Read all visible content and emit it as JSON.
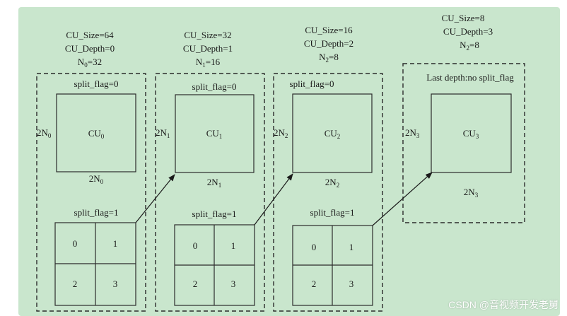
{
  "colors": {
    "panel_bg": "#c9e6cd",
    "stroke": "#2b2b2b"
  },
  "levels": [
    {
      "size": "CU_Size=64",
      "depth": "CU_Depth=0",
      "n_main": "N",
      "n_sub": "0",
      "n_val": "=32",
      "top_flag": "split_flag=0",
      "cu_main": "CU",
      "cu_sub": "0",
      "side_main": "2N",
      "side_sub": "0",
      "bottom_main": "2N",
      "bottom_sub": "0",
      "split_flag": "split_flag=1",
      "quads": [
        "0",
        "1",
        "2",
        "3"
      ]
    },
    {
      "size": "CU_Size=32",
      "depth": "CU_Depth=1",
      "n_main": "N",
      "n_sub": "1",
      "n_val": "=16",
      "top_flag": "split_flag=0",
      "cu_main": "CU",
      "cu_sub": "1",
      "side_main": "2N",
      "side_sub": "1",
      "bottom_main": "2N",
      "bottom_sub": "1",
      "split_flag": "split_flag=1",
      "quads": [
        "0",
        "1",
        "2",
        "3"
      ]
    },
    {
      "size": "CU_Size=16",
      "depth": "CU_Depth=2",
      "n_main": "N",
      "n_sub": "2",
      "n_val": "=8",
      "top_flag": "split_flag=0",
      "cu_main": "CU",
      "cu_sub": "2",
      "side_main": "2N",
      "side_sub": "2",
      "bottom_main": "2N",
      "bottom_sub": "2",
      "split_flag": "split_flag=1",
      "quads": [
        "0",
        "1",
        "2",
        "3"
      ]
    },
    {
      "size": "CU_Size=8",
      "depth": "CU_Depth=3",
      "n_main": "N",
      "n_sub": "2",
      "n_val": "=8",
      "top_flag": "Last depth:no split_flag",
      "cu_main": "CU",
      "cu_sub": "3",
      "side_main": "2N",
      "side_sub": "3",
      "bottom_main": "2N",
      "bottom_sub": "3"
    }
  ],
  "watermark": "CSDN @音视频开发老舅"
}
